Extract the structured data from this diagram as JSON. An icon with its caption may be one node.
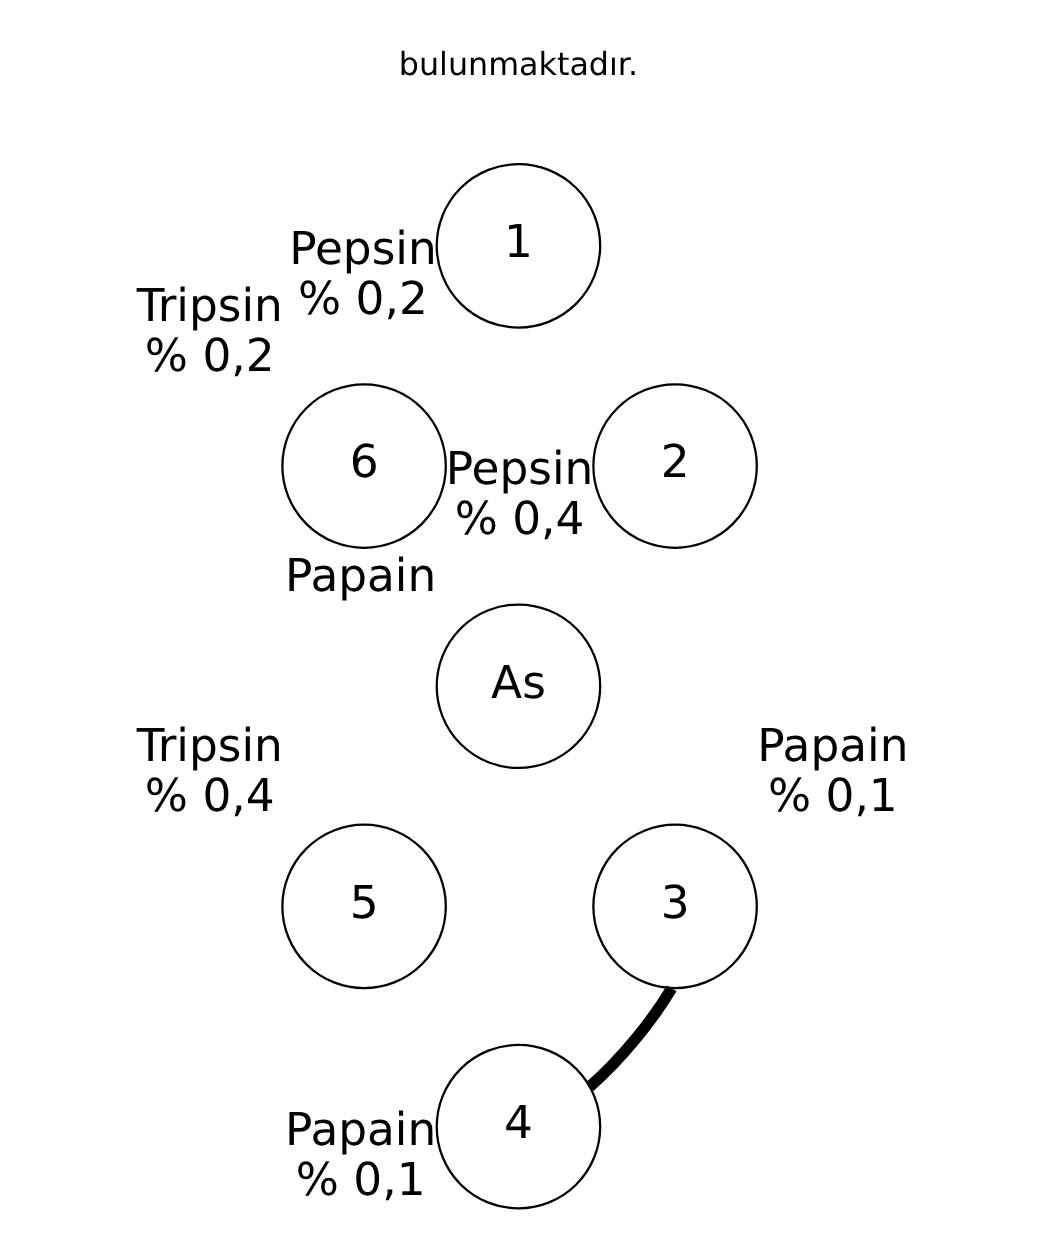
{
  "diagram": {
    "nodes": [
      {
        "text": [
          "1"
        ],
        "beside": [
          "Pepsin",
          "% 0,2"
        ]
      },
      {
        "text": [
          "6"
        ],
        "beside": [
          "Tripsin",
          "% 0,2"
        ]
      },
      {
        "text": [
          "2"
        ],
        "beside": [
          "Pepsin",
          "% 0,4"
        ]
      },
      {
        "text": [
          "As"
        ],
        "beside": [
          "Papain"
        ]
      },
      {
        "text": [
          "5"
        ],
        "beside": [
          "Tripsin",
          "% 0,4"
        ]
      },
      {
        "text": [
          "3"
        ],
        "beside": [
          "Papain",
          "% 0,1"
        ]
      },
      {
        "text": [
          "4"
        ],
        "beside": [
          "Papain",
          "% 0,1"
        ]
      }
    ],
    "edges": [
      {
        "from": 6,
        "to": 5,
        "arrow": "none"
      }
    ],
    "labels": [
      "bulunmaktadır."
    ]
  }
}
